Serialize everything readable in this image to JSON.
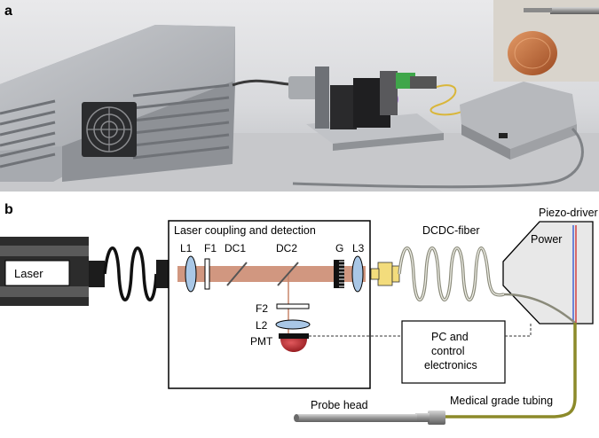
{
  "panel_a": {
    "label": "a"
  },
  "panel_b": {
    "label": "b",
    "box_title": "Laser coupling and detection",
    "laser": "Laser",
    "optics": {
      "l1": "L1",
      "f1": "F1",
      "dc1": "DC1",
      "dc2": "DC2",
      "g": "G",
      "l3": "L3",
      "f2": "F2",
      "l2": "L2",
      "pmt": "PMT"
    },
    "fiber": "DCDC-fiber",
    "piezo_driver": "Piezo-driver",
    "power": "Power",
    "pc_line1": "PC and",
    "pc_line2": "control",
    "pc_line3": "electronics",
    "tubing": "Medical grade tubing",
    "probe_head": "Probe head"
  },
  "colors": {
    "beam": "#c9856a",
    "lens": "#a9c7e6",
    "fiber": "#8a8a7a",
    "tubing": "#8c8a2a",
    "pmt": "#b0242a"
  }
}
